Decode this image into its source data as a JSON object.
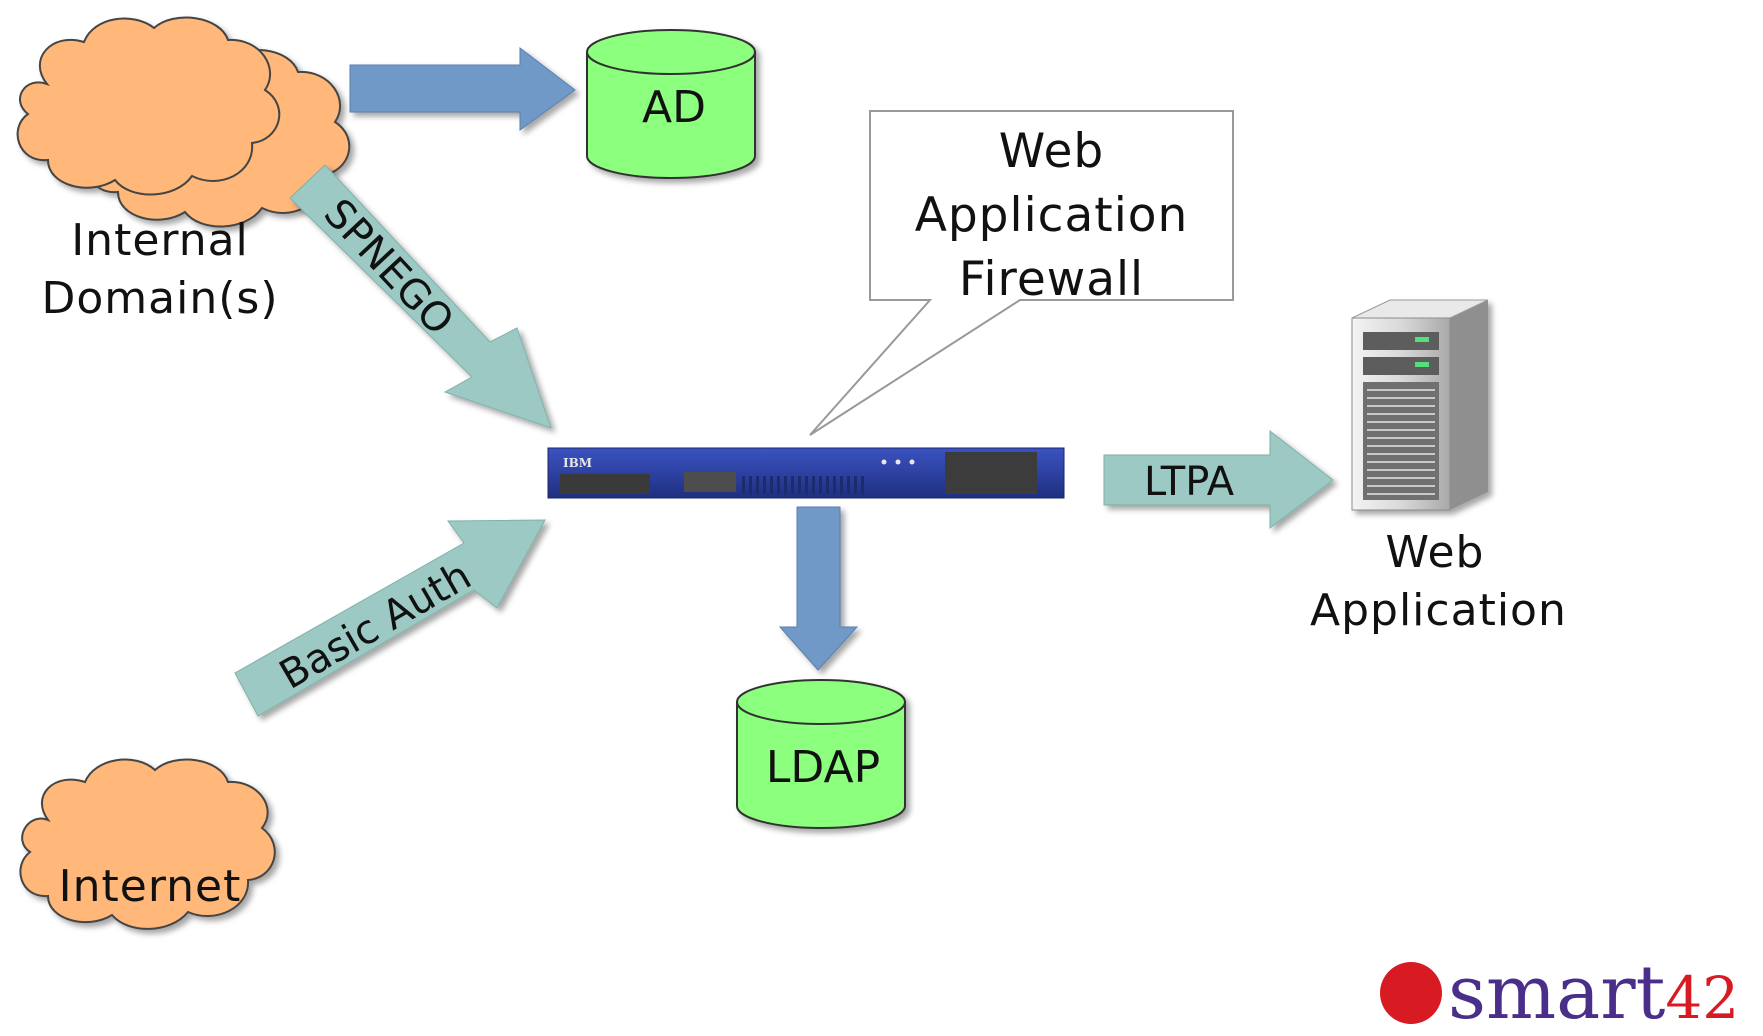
{
  "nodes": {
    "internal_domains": [
      "Internal",
      "Domain(s)"
    ],
    "internet": "Internet",
    "ad": "AD",
    "ldap": "LDAP",
    "web_application": [
      "Web",
      "Application"
    ],
    "appliance_brand": "IBM"
  },
  "callout": [
    "Web",
    "Application",
    "Firewall"
  ],
  "edges": {
    "spnego": "SPNEGO",
    "basic_auth": "Basic Auth",
    "ltpa": "LTPA"
  },
  "logo": {
    "word": "smart",
    "number": "42"
  },
  "colors": {
    "cloud": "#FFB87A",
    "cylinder": "#8CFF7F",
    "blue_arrow": "#7199C8",
    "teal_arrow": "#9CC9C3",
    "appliance": "#2B3F9E",
    "logo_red": "#D81B22",
    "logo_purple": "#4A2F8A"
  }
}
